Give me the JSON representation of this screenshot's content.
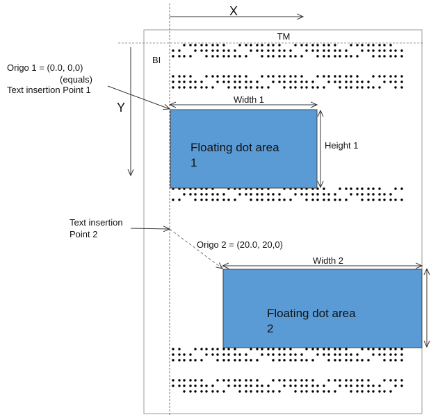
{
  "axes": {
    "x_label": "X",
    "y_label": "Y"
  },
  "margins": {
    "top_label": "TM",
    "left_label": "BI"
  },
  "annotations": {
    "origo1_line1": "Origo 1 = (0.0, 0,0)",
    "origo1_line2": "(equals)",
    "origo1_line3": "Text insertion Point 1",
    "insertion2_line1": "Text insertion",
    "insertion2_line2": "Point 2",
    "origo2": "Origo 2 = (20.0, 20,0)"
  },
  "area1": {
    "line1": "Floating dot area",
    "line2": "1",
    "width_label": "Width 1",
    "height_label": "Height 1"
  },
  "area2": {
    "line1": "Floating dot area",
    "line2": "2",
    "width_label": "Width 2"
  },
  "colors": {
    "area_fill": "#5b9bd5",
    "area_stroke": "#404040",
    "line": "#333333",
    "dot": "#000000"
  }
}
